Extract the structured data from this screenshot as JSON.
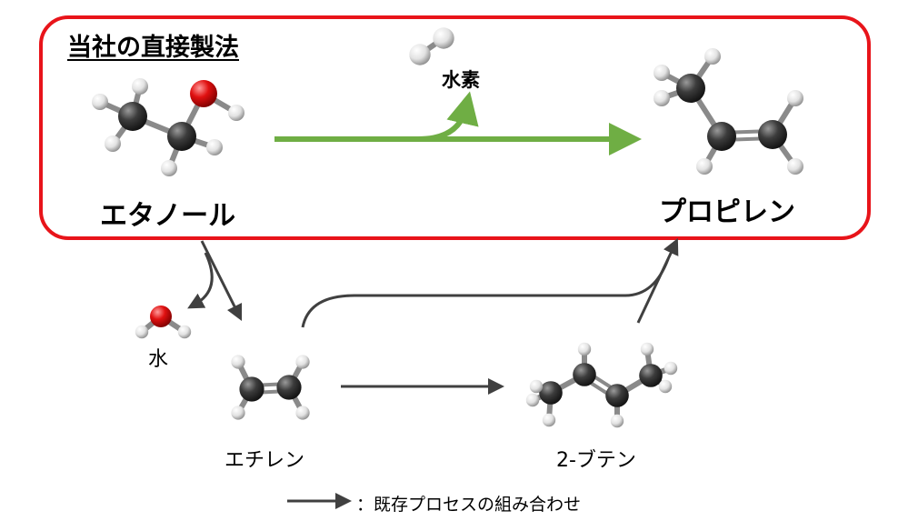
{
  "title": "当社の直接製法",
  "molecules": {
    "ethanol": "エタノール",
    "hydrogen": "水素",
    "propylene": "プロピレン",
    "water": "水",
    "ethylene": "エチレン",
    "butene": "2-ブテン"
  },
  "legend": {
    "text": "：既存プロセスの組み合わせ"
  },
  "colors": {
    "box_border": "#e8141a",
    "green_arrow": "#6fae44",
    "dark_arrow": "#404040",
    "carbon": "#3a3a3a",
    "hydrogen": "#eaeaea",
    "oxygen": "#e01010"
  }
}
